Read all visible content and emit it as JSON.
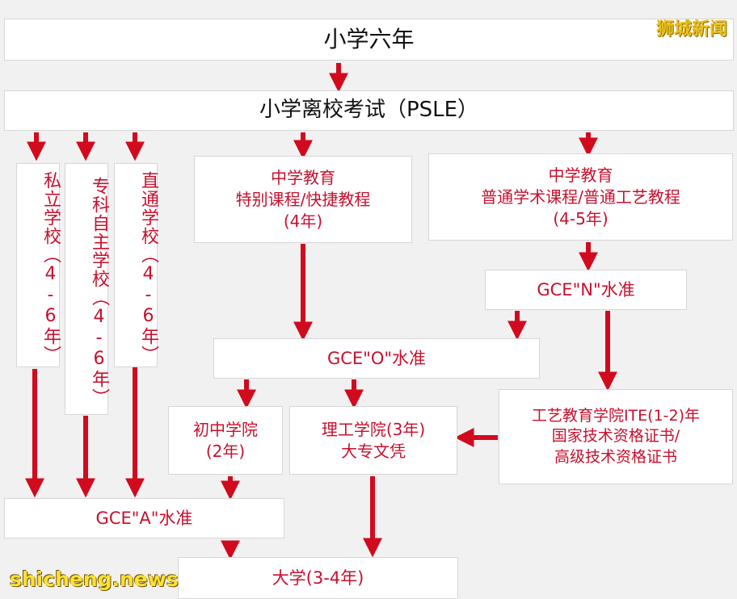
{
  "nodes": {
    "primary_six": "小学六年",
    "psle": "小学离校考试（PSLE）",
    "private_school": "私立学校（4-6年）",
    "specialized_independent": "专科自主学校（4-6年）",
    "ip_school": "直通学校（4-6年）",
    "sec_express": {
      "line1": "中学教育",
      "line2": "特别课程/快捷教程",
      "line3": "(4年)"
    },
    "sec_normal": {
      "line1": "中学教育",
      "line2": "普通学术课程/普通工艺教程",
      "line3": "(4-5年)"
    },
    "gce_n": "GCE\"N\"水准",
    "gce_o": "GCE\"O\"水准",
    "ite": {
      "line1": "工艺教育学院ITE(1-2)年",
      "line2": "国家技术资格证书/",
      "line3": "高级技术资格证书"
    },
    "jc": {
      "line1": "初中学院",
      "line2": "(2年)"
    },
    "poly": {
      "line1": "理工学院(3年)",
      "line2": "大专文凭"
    },
    "gce_a": "GCE\"A\"水准",
    "university": "大学(3-4年)"
  },
  "watermarks": {
    "top_right": "狮城新闻",
    "bottom_left": "shicheng.news"
  },
  "colors": {
    "arrow": "#d10a1e",
    "red_text": "#c8102e",
    "box_bg": "#ffffff",
    "page_bg": "#f1f1f1"
  }
}
